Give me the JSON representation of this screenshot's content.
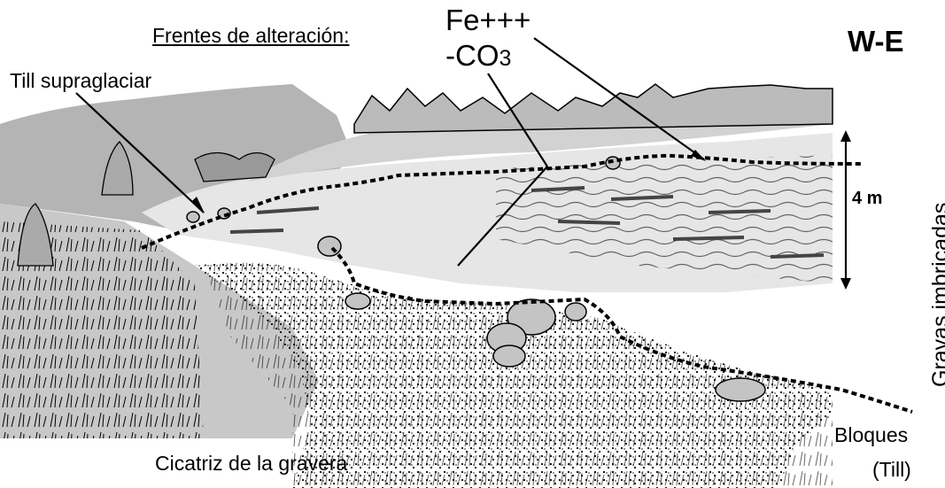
{
  "labels": {
    "fronts": "Frentes de alteración:",
    "fe": "Fe+++",
    "co3_prefix": "-CO",
    "co3_sub": "3",
    "direction": "W-E",
    "till_supraglacial": "Till supraglaciar",
    "height": "4 m",
    "gravels": "Gravas imbricadas",
    "quarry_scar": "Cicatriz de la gravera",
    "blocks": "Bloques",
    "till": "(Till)"
  },
  "colors": {
    "sky_grey": "#b4b4b4",
    "gravel_light": "#e6e6e6",
    "gravel_mid": "#d2d2d2",
    "ink": "#000000"
  }
}
